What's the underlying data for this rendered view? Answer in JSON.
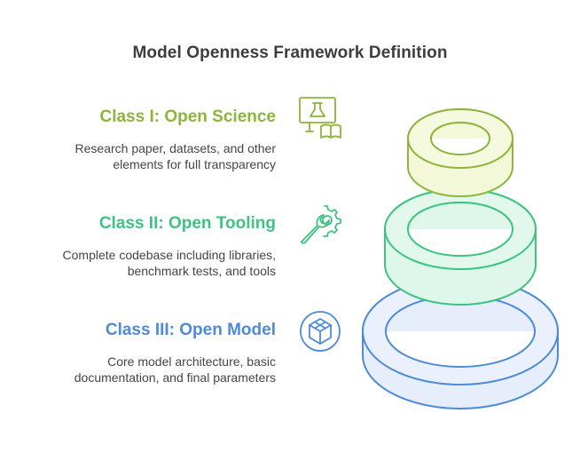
{
  "title": "Model Openness Framework Definition",
  "colors": {
    "class1": "#8cb53a",
    "class2": "#3ec481",
    "class3": "#4d8bd9"
  },
  "classes": [
    {
      "title": "Class I: Open Science",
      "desc_lines": [
        "Research paper, datasets, and other",
        "elements for full transparency"
      ],
      "icon": "science-book-icon"
    },
    {
      "title": "Class II: Open Tooling",
      "desc_lines": [
        "Complete codebase including libraries,",
        "benchmark tests, and tools"
      ],
      "icon": "wrench-gear-icon"
    },
    {
      "title": "Class III: Open Model",
      "desc_lines": [
        "Core model architecture, basic",
        "documentation, and final parameters"
      ],
      "icon": "model-box-icon"
    }
  ]
}
